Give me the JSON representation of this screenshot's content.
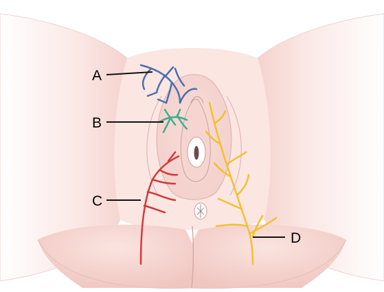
{
  "labels": {
    "a": "A",
    "b": "B",
    "c": "C",
    "d": "D"
  },
  "colors": {
    "skin_light": "#fbe9e6",
    "skin_mid": "#f6d3ce",
    "skin_edge": "#e9b8b1",
    "outline": "#c7a39e",
    "nerve_blue": "#4a6fb0",
    "nerve_green": "#3fae8c",
    "artery_red": "#d23a3a",
    "nerve_yellow": "#f2c12e",
    "leader": "#111111"
  }
}
